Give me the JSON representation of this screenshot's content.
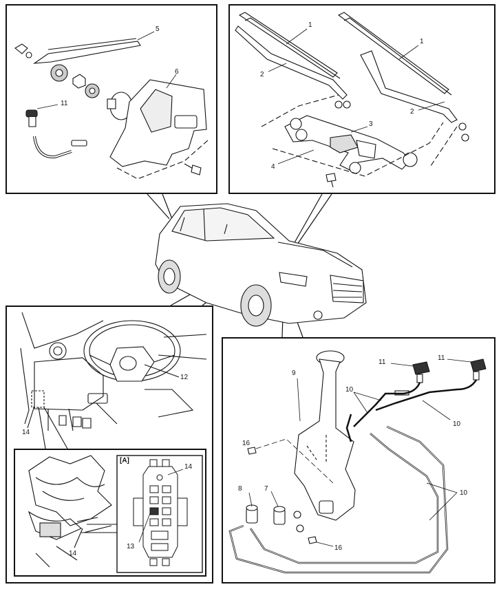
{
  "panels": {
    "rear_wiper": {
      "labels": [
        "5",
        "6",
        "11"
      ]
    },
    "front_wiper": {
      "labels": [
        "1",
        "1",
        "2",
        "2",
        "3",
        "4"
      ]
    },
    "interior": {
      "labels": [
        "12",
        "14"
      ]
    },
    "relay_box": {
      "title": "[A]",
      "labels": [
        "14",
        "13",
        "14"
      ]
    },
    "washer": {
      "labels": [
        "9",
        "11",
        "11",
        "10",
        "10",
        "10",
        "16",
        "8",
        "7",
        "16"
      ]
    }
  }
}
